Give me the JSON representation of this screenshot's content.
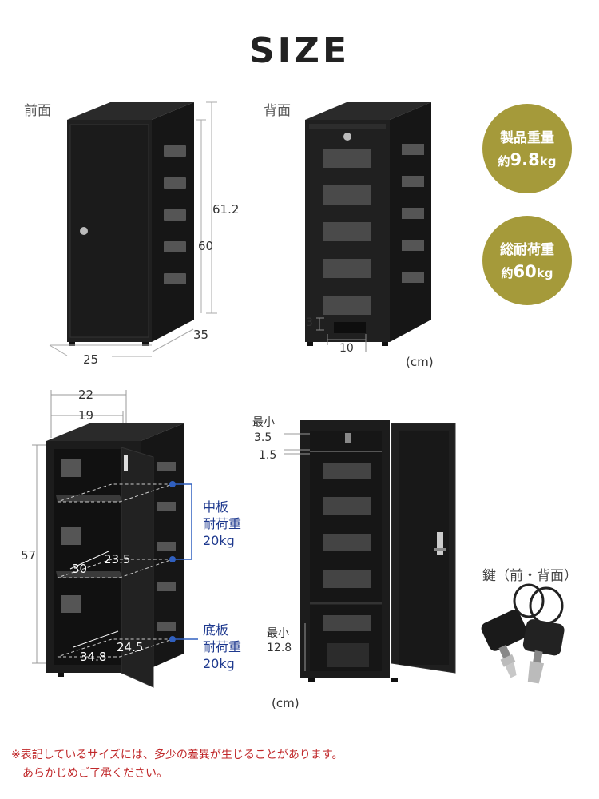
{
  "title": "SIZE",
  "views": {
    "front": "前面",
    "back": "背面"
  },
  "front_dims": {
    "height_outer": "61.2",
    "height_body": "60",
    "depth": "35",
    "width": "25"
  },
  "back_dims": {
    "slot_h": "3",
    "slot_w": "10"
  },
  "unit_top": "(cm)",
  "badges": [
    {
      "label": "製品重量",
      "prefix": "約",
      "value": "9.8",
      "unit": "kg"
    },
    {
      "label": "総耐荷重",
      "prefix": "約",
      "value": "60",
      "unit": "kg"
    }
  ],
  "interior": {
    "w_outer": "22",
    "w_inner": "19",
    "height": "57",
    "depth": "30",
    "shelf_w": "23.5",
    "bottom_d": "34.8",
    "bottom_w": "24.5",
    "middle_shelf": {
      "l1": "中板",
      "l2": "耐荷重",
      "l3": "20kg"
    },
    "bottom_shelf": {
      "l1": "底板",
      "l2": "耐荷重",
      "l3": "20kg"
    }
  },
  "open_view": {
    "min_label_1": "最小",
    "min_value_1": "3.5",
    "gap": "1.5",
    "min_label_2": "最小",
    "min_value_2": "12.8"
  },
  "unit_bottom": "(cm)",
  "key_label": "鍵（前・背面）",
  "note": {
    "line1": "※表記しているサイズには、多少の差異が生じることがあります。",
    "line2": "あらかじめご了承ください。"
  },
  "colors": {
    "badge": "#a59a3a",
    "note": "#c0282a",
    "label_blue": "#1f3a8f",
    "cabinet": "#1a1a1a"
  }
}
